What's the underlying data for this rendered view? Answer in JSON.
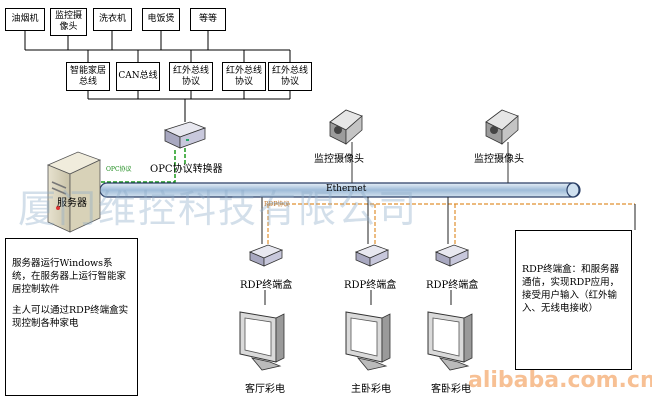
{
  "devices_top": [
    {
      "id": "d1",
      "text": "油烟机"
    },
    {
      "id": "d2",
      "text": "监控摄像头"
    },
    {
      "id": "d3",
      "text": "洗衣机"
    },
    {
      "id": "d4",
      "text": "电饭煲"
    },
    {
      "id": "d5",
      "text": "等等"
    }
  ],
  "buses": [
    {
      "id": "b1",
      "text": "智能家居总线"
    },
    {
      "id": "b2",
      "text": "CAN总线"
    },
    {
      "id": "b3",
      "text": "红外总线协议"
    },
    {
      "id": "b4",
      "text": "红外总线协议"
    },
    {
      "id": "b5",
      "text": "红外总线协议"
    }
  ],
  "labels": {
    "opc_converter": "OPC协议转换器",
    "opc_protocol": "OPC协议",
    "server": "服务器",
    "ethernet": "Ethernet",
    "rdp_protocol": "RDP协议",
    "camera1": "监控摄像头",
    "camera2": "监控摄像头",
    "rdp_box1": "RDP终端盒",
    "rdp_box2": "RDP终端盒",
    "rdp_box3": "RDP终端盒",
    "tv1": "客厅彩电",
    "tv2": "主卧彩电",
    "tv3": "客卧彩电"
  },
  "notes": {
    "left": [
      "服务器运行Windows系统，在服务器上运行智能家居控制软件",
      "主人可以通过RDP终端盒实现控制各种家电"
    ],
    "right": "RDP终端盒：和服务器通信，实现RDP应用，接受用户输入（红外输入、无线电接收）"
  },
  "watermark": {
    "company": "厦门维控科技有限公司",
    "site": "alibaba.com.cn"
  },
  "colors": {
    "ethernet_fill": "#b9d0e6",
    "ethernet_stroke": "#2a3f66",
    "opc_link": "#1a9a1a",
    "rdp_link": "#e09030"
  }
}
